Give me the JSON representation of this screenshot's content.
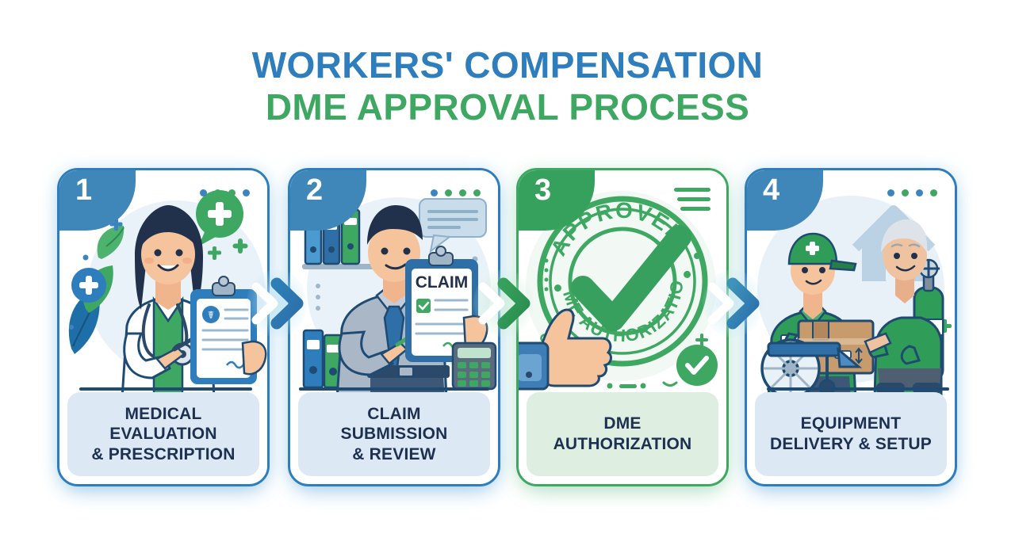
{
  "title": {
    "line1": "WORKERS' COMPENSATION",
    "line2": "DME APPROVAL PROCESS",
    "color_line1": "#2E7DBC",
    "color_line2": "#3EA862"
  },
  "theme": {
    "blue": "#2E7DBC",
    "green": "#3EA862",
    "badge_blue": "#3E87B8",
    "badge_green": "#35A15C",
    "footer_blue_bg": "#DCE9F5",
    "footer_green_bg": "#DEEFE2",
    "label_text": "#1E3050",
    "page_bg": "#FFFFFF"
  },
  "steps": [
    {
      "number": "1",
      "label": "MEDICAL\nEVALUATION\n& PRESCRIPTION",
      "accent": "#2E7DBC",
      "illustration": "doctor-with-clipboard",
      "decoration": "four-dots",
      "dots": [
        "blue",
        "green",
        "green",
        "blue"
      ]
    },
    {
      "number": "2",
      "label": "CLAIM\nSUBMISSION\n& REVIEW",
      "accent": "#2E7DBC",
      "illustration": "adjuster-with-claim-form",
      "decoration": "four-dots",
      "dots": [
        "blue",
        "green",
        "green",
        "green"
      ],
      "document_text": "CLAIM"
    },
    {
      "number": "3",
      "label": "DME\nAUTHORIZATION",
      "accent": "#3EA862",
      "illustration": "approved-stamp-thumbs-up",
      "decoration": "three-lines",
      "stamp_top_text": "APPROVED",
      "stamp_bottom_text": "DME AUTHORIZATION"
    },
    {
      "number": "4",
      "label": "EQUIPMENT\nDELIVERY & SETUP",
      "accent": "#2E7DBC",
      "illustration": "delivery-wheelchair-oxygen",
      "decoration": "four-dots",
      "dots": [
        "blue",
        "green",
        "blue",
        "green"
      ]
    }
  ],
  "connectors": [
    {
      "name": "arrow-step1-to-step2",
      "style": "double-chevron",
      "color": "#2E7DBC"
    },
    {
      "name": "arrow-step2-to-step3",
      "style": "double-chevron",
      "color": "#3EA862"
    },
    {
      "name": "arrow-step3-to-step4",
      "style": "double-chevron",
      "color": "#2E7DBC"
    }
  ]
}
